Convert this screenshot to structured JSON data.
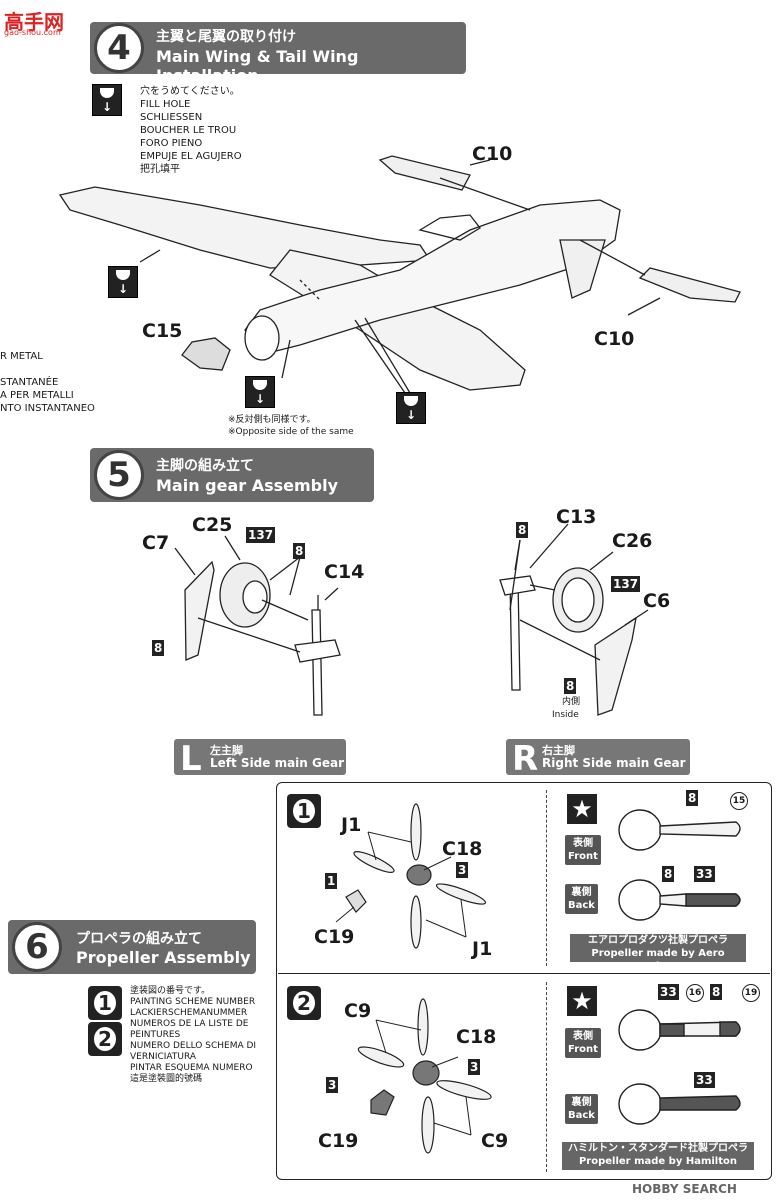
{
  "watermark_top": {
    "chars": "高手网",
    "url": "gao-shou.com"
  },
  "step4": {
    "number": "4",
    "jp": "主翼と尾翼の取り付け",
    "en": "Main Wing & Tail Wing Installation",
    "fill_hole": [
      "穴をうめてください。",
      "FILL HOLE",
      "SCHLIESSEN",
      "BOUCHER LE TROU",
      "FORO PIENO",
      "EMPUJE EL AGUJERO",
      "把孔填平"
    ],
    "side_fragments": [
      "R METAL",
      "STANTANÉE",
      "A PER METALLI",
      "NTO INSTANTANEO"
    ],
    "labels": {
      "c10_top": "C10",
      "c10_bottom": "C10",
      "c15": "C15"
    },
    "note": [
      "※反対側も同様です。",
      "※Opposite side of the same"
    ]
  },
  "step5": {
    "number": "5",
    "jp": "主脚の組み立て",
    "en": "Main gear Assembly",
    "left": {
      "c7": "C7",
      "c25": "C25",
      "n137": "137",
      "n8a": "8",
      "c14": "C14",
      "n8b": "8"
    },
    "right": {
      "n8a": "8",
      "c13": "C13",
      "c26": "C26",
      "n137": "137",
      "c6": "C6",
      "n8b": "8",
      "inside_jp": "内側",
      "inside_en": "Inside"
    },
    "left_banner": {
      "letter": "L",
      "jp": "左主脚",
      "en": "Left Side main Gear"
    },
    "right_banner": {
      "letter": "R",
      "jp": "右主脚",
      "en": "Right Side main Gear"
    }
  },
  "step6": {
    "number": "6",
    "jp": "プロペラの組み立て",
    "en": "Propeller Assembly",
    "legend": [
      "塗装図の番号です。",
      "PAINTING SCHEME NUMBER",
      "LACKIERSCHEMANUMMER",
      "NUMEROS DE LA LISTE DE",
      "PEINTURES",
      "NUMERO DELLO SCHEMA DI",
      "VERNICIATURA",
      "PINTAR ESQUEMA NUMERO",
      "這是塗裝圖的號碼"
    ],
    "legend_nums": [
      "1",
      "2"
    ],
    "panel1": {
      "num": "1",
      "j1a": "J1",
      "c18": "C18",
      "n3": "3",
      "n1": "1",
      "c19": "C19",
      "j1b": "J1",
      "front_jp": "表側",
      "front_en": "Front",
      "back_jp": "裏側",
      "back_en": "Back",
      "front_chips": [
        "8"
      ],
      "front_circle": "15",
      "back_chips": [
        "8",
        "33"
      ],
      "caption_jp": "エアロプロダクツ社製プロペラ",
      "caption_en": "Propeller made by Aero Products"
    },
    "panel2": {
      "num": "2",
      "c9a": "C9",
      "c18": "C18",
      "n3a": "3",
      "n3b": "3",
      "c19": "C19",
      "c9b": "C9",
      "front_jp": "表側",
      "front_en": "Front",
      "back_jp": "裏側",
      "back_en": "Back",
      "front_chips": [
        "33",
        "8"
      ],
      "front_circles": [
        "16",
        "19"
      ],
      "back_chip": "33",
      "caption_jp": "ハミルトン・スタンダード社製プロペラ",
      "caption_en": "Propeller made by Hamilton Standard"
    }
  },
  "footer_watermark": "HOBBY SEARCH",
  "colors": {
    "banner": "#6a6a6a",
    "ink": "#1a1a1a"
  }
}
